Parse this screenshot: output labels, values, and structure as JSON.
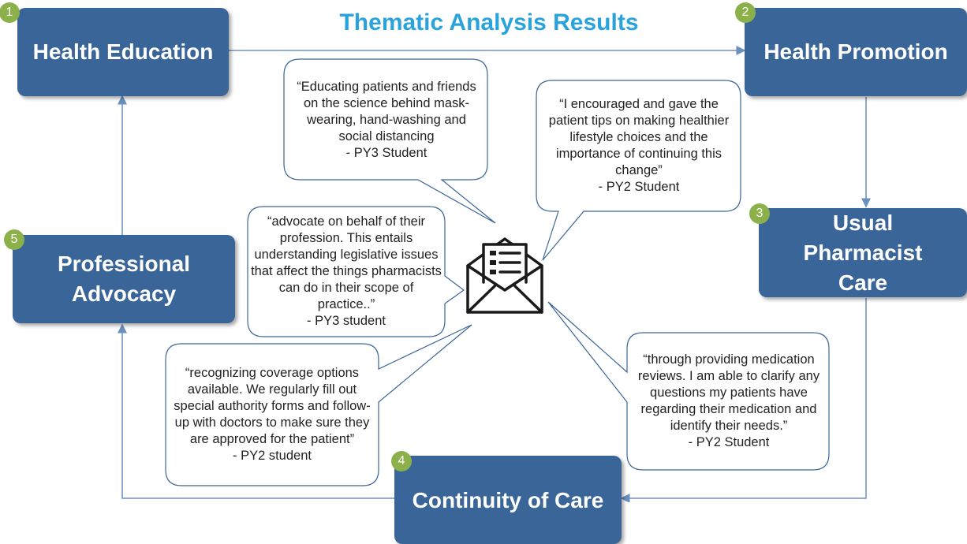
{
  "title": "Thematic Analysis Results",
  "colors": {
    "theme_fill": "#3a6598",
    "badge": "#8cb04a",
    "title": "#2aa3dd",
    "connector": "#6b8fc0"
  },
  "themes": [
    {
      "number": "1",
      "label": "Health Education"
    },
    {
      "number": "2",
      "label": "Health Promotion"
    },
    {
      "number": "3",
      "label": "Usual Pharmacist Care"
    },
    {
      "number": "4",
      "label": "Continuity of Care"
    },
    {
      "number": "5",
      "label": "Professional Advocacy"
    }
  ],
  "center_icon": "envelope-document-icon",
  "quotes": [
    {
      "text": "“Educating patients and friends on the science behind mask-wearing, hand-washing and social distancing",
      "attribution": "- PY3 Student"
    },
    {
      "text": "“I encouraged and gave the patient tips on making healthier lifestyle choices and the importance of continuing this change”",
      "attribution": "- PY2 Student"
    },
    {
      "text": "“advocate on behalf of their profession. This entails understanding legislative issues that affect the things pharmacists can do in their scope of practice..”",
      "attribution": "- PY3 student"
    },
    {
      "text": "“recognizing coverage options available. We regularly fill out special authority forms and follow-up with doctors to make sure they are approved for the patient”",
      "attribution": "- PY2 student"
    },
    {
      "text": "“through providing medication reviews. I am able to clarify any questions my patients have regarding their medication and identify their needs.”",
      "attribution": "- PY2 Student"
    }
  ]
}
